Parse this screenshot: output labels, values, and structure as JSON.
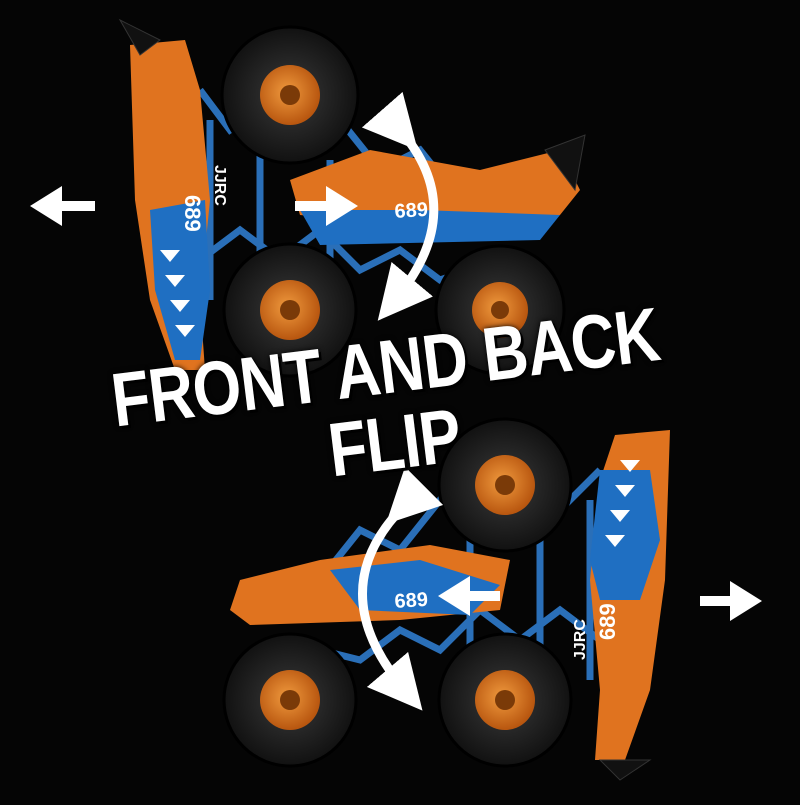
{
  "headline": "FRONT AND BACK FLIP",
  "truck": {
    "number": "689",
    "brand": "JJRC",
    "colors": {
      "body_orange": "#e0731f",
      "body_blue": "#1f6fc2",
      "chassis_blue": "#2a6fb8",
      "tire": "#1a1a1a",
      "rim": "#d9761e",
      "arrow": "#ffffff"
    }
  },
  "icons": [
    "arrow-left-icon",
    "arrow-right-icon",
    "flip-curved-arrow-icon"
  ]
}
